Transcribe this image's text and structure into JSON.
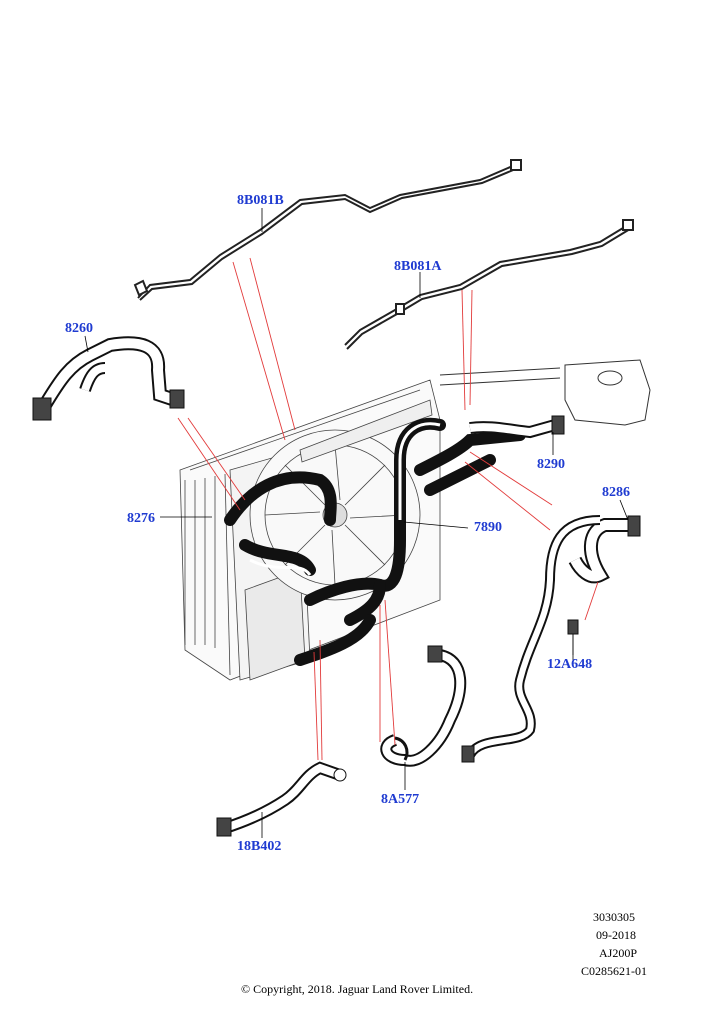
{
  "part_labels": [
    {
      "id": "8B081B",
      "text": "8B081B"
    },
    {
      "id": "8B081A",
      "text": "8B081A"
    },
    {
      "id": "8260",
      "text": "8260"
    },
    {
      "id": "8276",
      "text": "8276"
    },
    {
      "id": "8290",
      "text": "8290"
    },
    {
      "id": "8286",
      "text": "8286"
    },
    {
      "id": "7890",
      "text": "7890"
    },
    {
      "id": "12A648",
      "text": "12A648"
    },
    {
      "id": "8A577",
      "text": "8A577"
    },
    {
      "id": "18B402",
      "text": "18B402"
    }
  ],
  "meta": {
    "ref_code": "3030305",
    "date": "09-2018",
    "model": "AJ200P",
    "illustration_id": "C0285621-01"
  },
  "copyright": "© Copyright, 2018. Jaguar Land Rover Limited.",
  "colors": {
    "label": "#1f3bd1",
    "leader": "#e23b3b",
    "line": "#000000"
  }
}
